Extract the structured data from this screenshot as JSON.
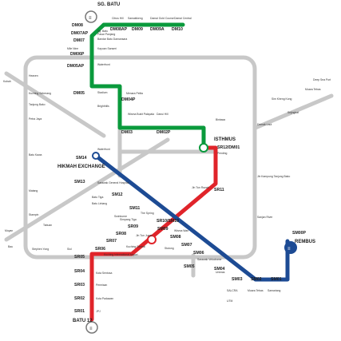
{
  "terminals": {
    "north": "SG. BATU",
    "south": "BATU 12",
    "east": "REMBUS"
  },
  "interchange_labels": {
    "isthmus": "ISTHMUS",
    "hikmah": "HIKMAH\nEXCHANGE",
    "dm12": "DM12/DM01",
    "sr10": "SR10/SM10"
  },
  "green_codes": [
    "DM08",
    "DM08AP",
    "DM09",
    "DM09A",
    "DM10",
    "DM07AP",
    "DM07",
    "DM06P",
    "DM05AP",
    "DM05",
    "DM04P",
    "DM03",
    "DM02P"
  ],
  "green_station_names": [
    "Citrus Hill",
    "Samakikeng",
    "Damai Gold Course",
    "Damai Central",
    "Sg. Batu",
    "Pasar Panjang",
    "Bandar Batu Damansara",
    "Kayuan Sanseri",
    "Waterfront",
    "Stadium",
    "Menara Pelita",
    "Brighthills",
    "Wisma Bukit Palapala",
    "Danui Hill"
  ],
  "blue_codes": [
    "SM14",
    "SM13",
    "SM12",
    "SM11",
    "SM09",
    "SM08",
    "SM07",
    "SM06",
    "SM05",
    "SM04",
    "SM03",
    "SM02",
    "SM01",
    "SM00P"
  ],
  "blue_station_names": [
    "Waterfront",
    "Sarawak General Hospital",
    "Batu Tiga",
    "Batu Lintang",
    "The Spring",
    "Swinburne",
    "Stutong",
    "Wisma Wan",
    "Sarawak Velodrome",
    "Unimas",
    "SALCRA",
    "UTM",
    "Muara Tebas",
    "Samariang"
  ],
  "red_codes": [
    "SR12/DM01",
    "SR11",
    "SR10/SM10",
    "SR09",
    "SR08",
    "SR07",
    "SR06",
    "SR05",
    "SR04",
    "SR03",
    "SR02",
    "SR01"
  ],
  "red_station_names": [
    "Pending",
    "Jln Tun Razak",
    "Simpang Tiga",
    "Jln Tun Jugah",
    "Kuching Sentral",
    "Kuching International Airport",
    "Kota Sentosa",
    "Permisan",
    "Kota Padawan",
    "JPJ"
  ],
  "loop_station_names": [
    "Demak Laut",
    "Deep Sea Port",
    "Muara Tebas",
    "Sejingkat",
    "Bintawa",
    "Sim Kheng Kong",
    "Jln Kampung Tanjung Bako",
    "Sanjan River",
    "Stephen Yong",
    "Siol",
    "Petra Jaya",
    "Matang",
    "Stampin",
    "Tabuan",
    "Batu Kawa",
    "Bau",
    "Moyan",
    "Kubah",
    "Kuching Seberang",
    "Heaven",
    "Tanjung Bako",
    "Mile Nine"
  ]
}
